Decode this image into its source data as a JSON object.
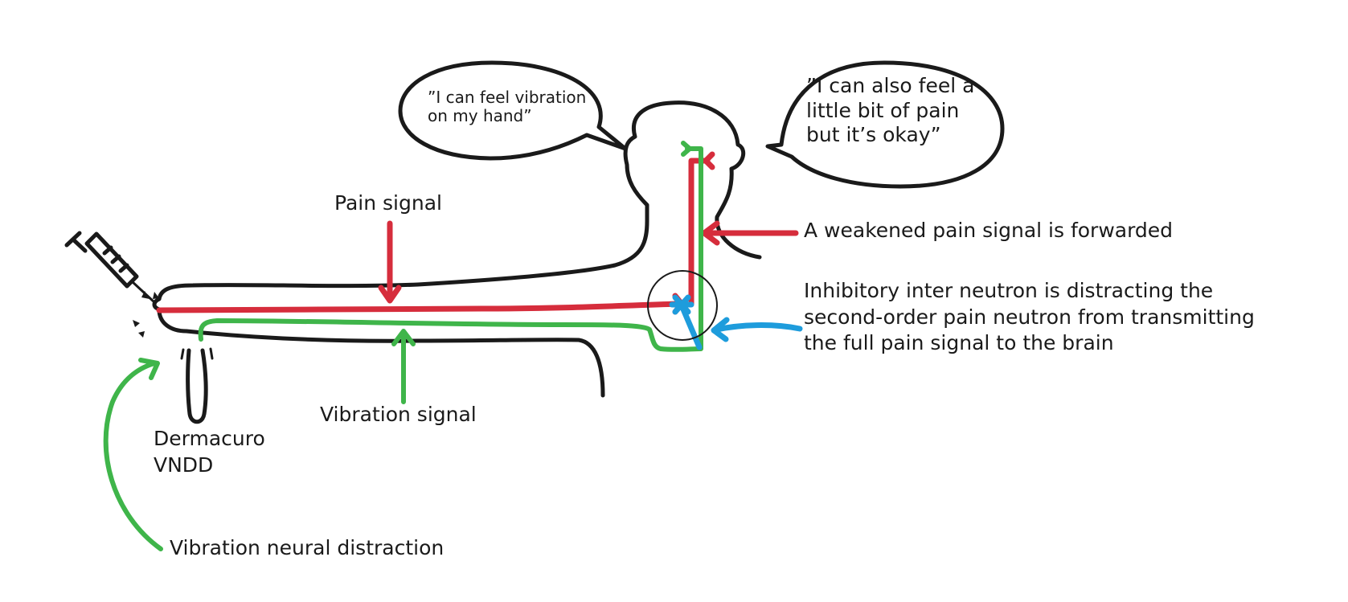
{
  "bubbles": {
    "hand_quote_line1": "”I can feel vibration",
    "hand_quote_line2": "on my hand”",
    "pain_quote_line1": "”I can also feel a",
    "pain_quote_line2": "little bit of pain",
    "pain_quote_line3": "but it’s okay”"
  },
  "labels": {
    "pain_signal": "Pain signal",
    "vibration_signal": "Vibration signal",
    "device_line1": "Dermacuro",
    "device_line2": "VNDD",
    "vibration_distraction": "Vibration neural distraction",
    "weakened_pain": "A weakened pain signal is forwarded",
    "inhibitory_line1": "Inhibitory inter neutron is distracting the",
    "inhibitory_line2": "second-order pain neutron from transmitting",
    "inhibitory_line3": "the full pain signal to the brain"
  },
  "colors": {
    "outline": "#1a1a1a",
    "pain": "#d62d3c",
    "vibration": "#3fb54a",
    "inhibitory": "#1e9cdc",
    "background": "#ffffff"
  },
  "icons": {
    "syringe": "syringe-icon",
    "device": "vibration-device-icon"
  }
}
